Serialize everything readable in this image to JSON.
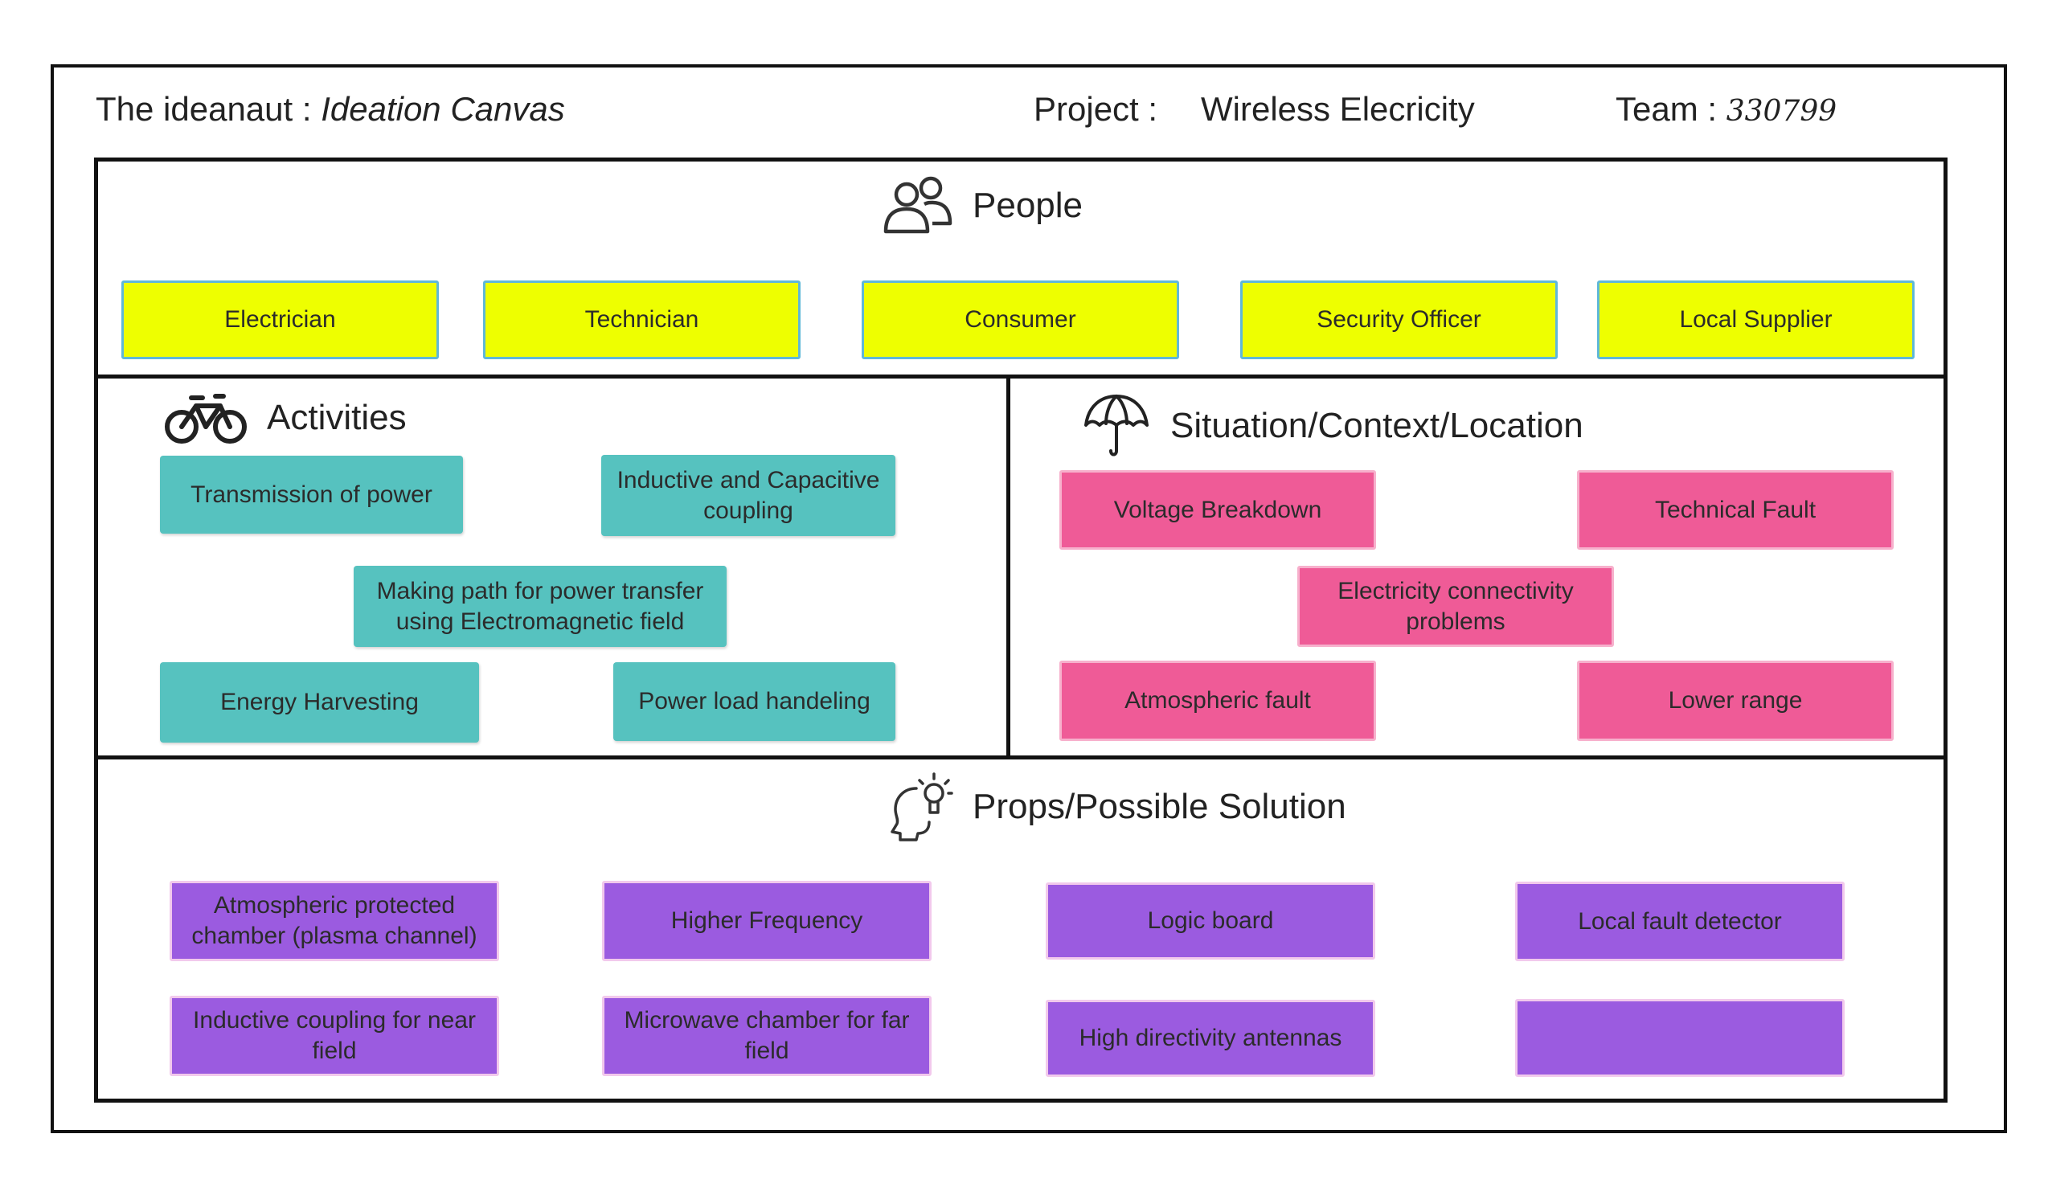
{
  "header": {
    "app_name": "The ideanaut : ",
    "canvas_name": "Ideation Canvas",
    "project_label": "Project :",
    "project_value": "Wireless Elecricity",
    "team_label": "Team : ",
    "team_value": "330799"
  },
  "people": {
    "title": "People",
    "icon": "people-icon",
    "items": [
      "Electrician",
      "Technician",
      "Consumer",
      "Security Officer",
      "Local Supplier"
    ]
  },
  "activities": {
    "title": "Activities",
    "icon": "bicycle-icon",
    "items": [
      "Transmission of power",
      "Inductive and Capacitive coupling",
      "Making path for power transfer using Electromagnetic field",
      "Energy Harvesting",
      "Power load handeling"
    ]
  },
  "situation": {
    "title": "Situation/Context/Location",
    "icon": "umbrella-icon",
    "items": [
      "Voltage Breakdown",
      "Technical Fault",
      "Electricity connectivity problems",
      "Atmospheric fault",
      "Lower range"
    ]
  },
  "props": {
    "title": "Props/Possible Solution",
    "icon": "head-lightbulb-icon",
    "items": [
      "Atmospheric protected chamber (plasma channel)",
      "Higher Frequency",
      "Logic board",
      "Local fault detector",
      "Inductive coupling for near field",
      "Microwave chamber for far field",
      "High directivity antennas",
      ""
    ]
  },
  "colors": {
    "people": "#eeff00",
    "activities": "#56c2bf",
    "situation": "#ef5b97",
    "props": "#9b5be0"
  }
}
